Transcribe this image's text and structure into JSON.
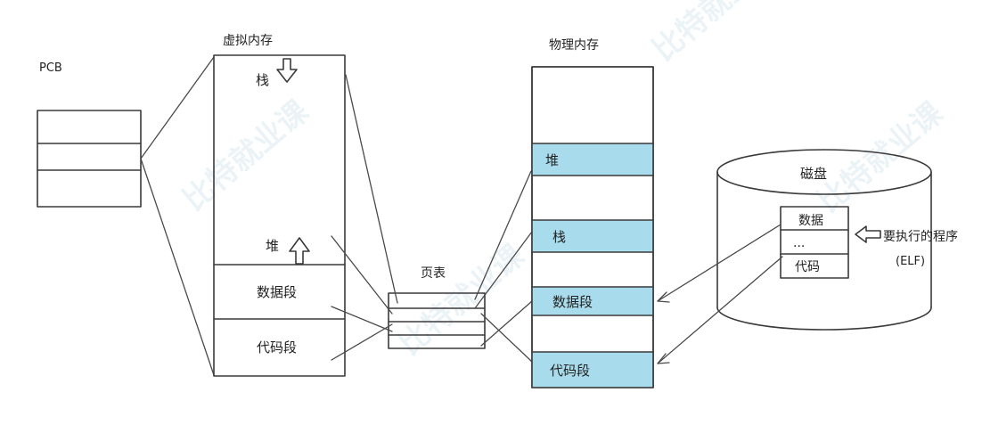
{
  "diagram": {
    "pcb": {
      "label": "PCB"
    },
    "virtual_memory": {
      "title": "虚拟内存",
      "stack_label": "栈",
      "heap_label": "堆",
      "data_segment_label": "数据段",
      "code_segment_label": "代码段"
    },
    "page_table": {
      "label": "页表"
    },
    "physical_memory": {
      "title": "物理内存",
      "heap_label": "堆",
      "stack_label": "栈",
      "data_segment_label": "数据段",
      "code_segment_label": "代码段",
      "highlight_color": "#a8dcec"
    },
    "disk": {
      "label": "磁盘",
      "data_label": "数据",
      "ellipsis": "...",
      "code_label": "代码",
      "program_label": "要执行的程序",
      "program_format": "(ELF)"
    },
    "watermark": {
      "text": "比特就业课"
    }
  }
}
